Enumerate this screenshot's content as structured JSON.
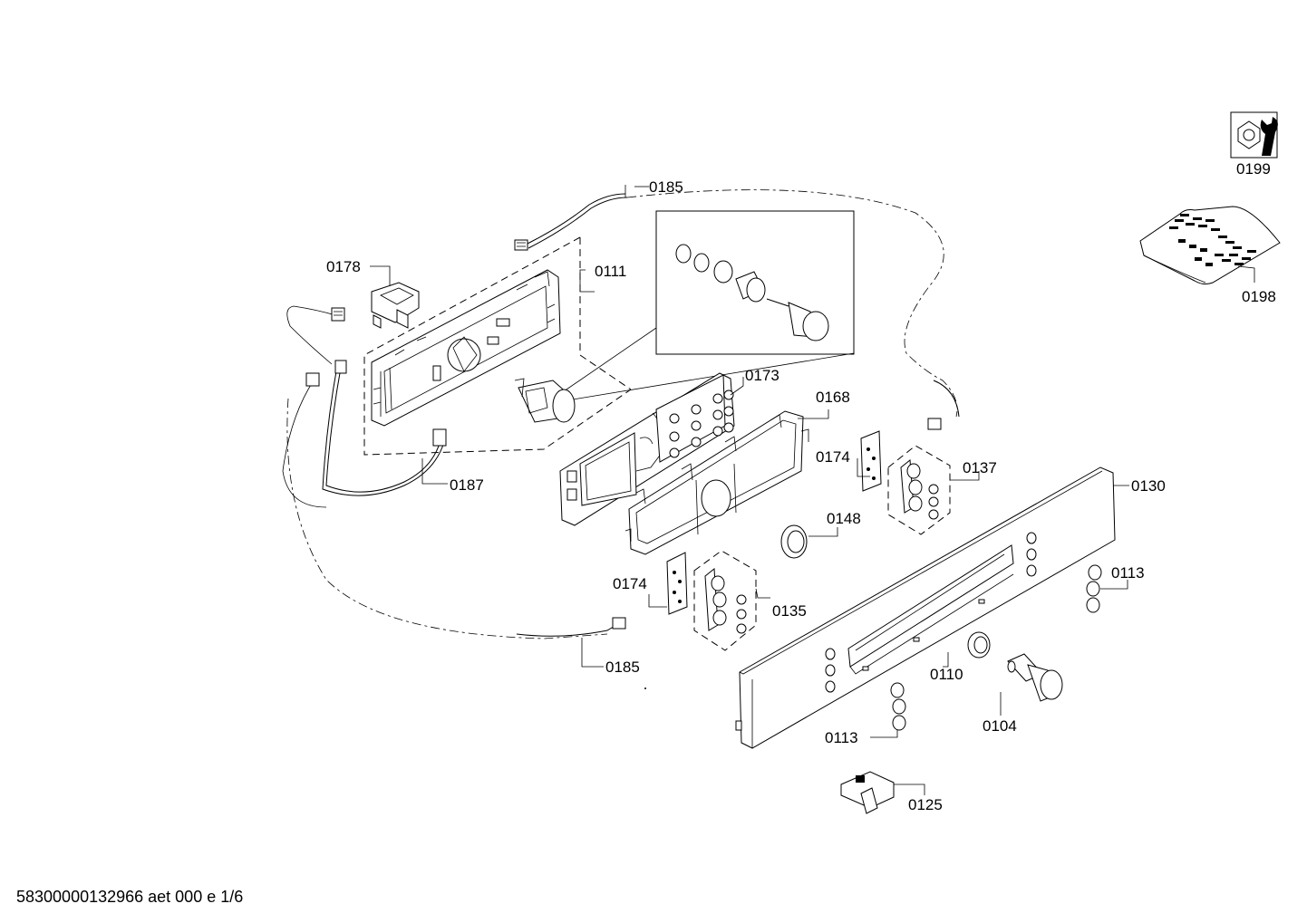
{
  "parts": {
    "p0199": "0199",
    "p0185_top": "0185",
    "p0178": "0178",
    "p0111": "0111",
    "p0198": "0198",
    "p0173": "0173",
    "p0168": "0168",
    "p0174_right": "0174",
    "p0137": "0137",
    "p0187": "0187",
    "p0130": "0130",
    "p0148": "0148",
    "p0113_right": "0113",
    "p0174_left": "0174",
    "p0135": "0135",
    "p0110": "0110",
    "p0185_bottom": "0185",
    "p0104": "0104",
    "p0113_bottom": "0113",
    "p0125": "0125"
  },
  "footer": {
    "doc_id": "58300000132966 aet 000 e 1/6"
  },
  "icons": {
    "service_tool": "wrench-nut-icon"
  }
}
